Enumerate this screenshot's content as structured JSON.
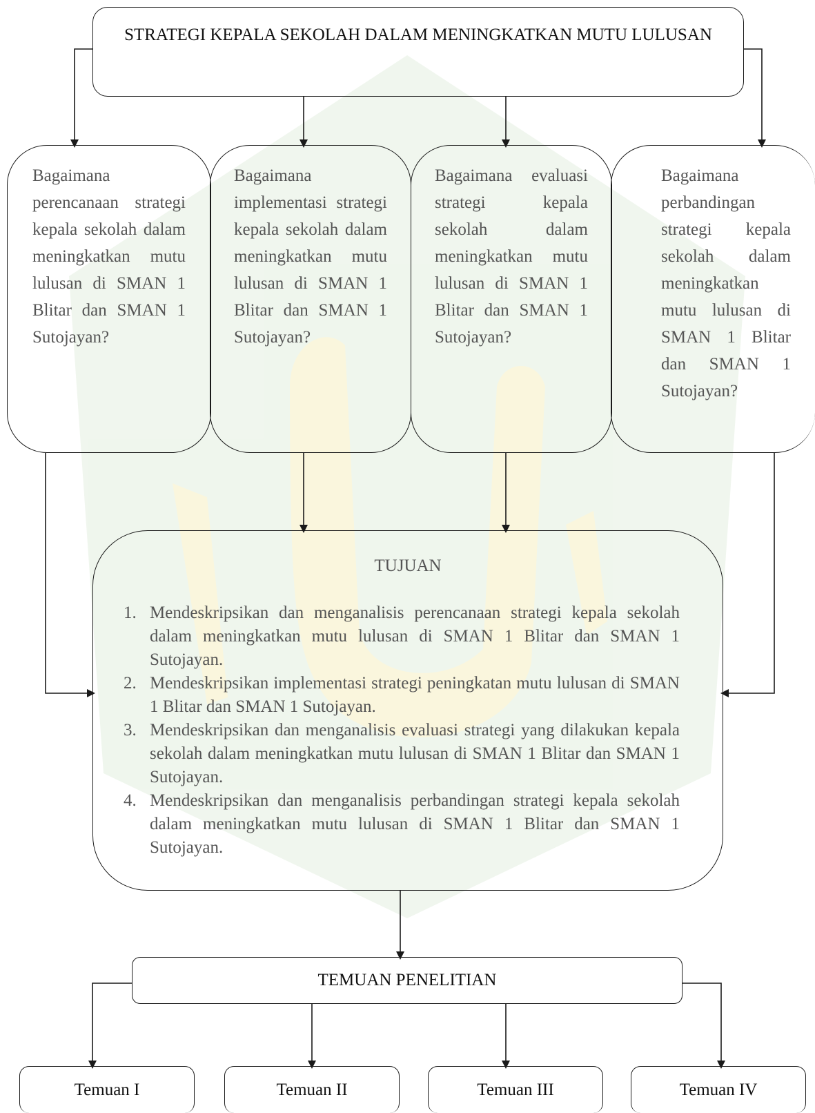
{
  "title": "STRATEGI KEPALA SEKOLAH DALAM MENINGKATKAN MUTU LULUSAN",
  "questions": [
    "Bagaimana perencanaan strategi kepala sekolah dalam meningkatkan mutu lulusan di SMAN 1 Blitar dan SMAN 1 Sutojayan?",
    "Bagaimana implementasi strategi kepala sekolah dalam meningkatkan mutu lulusan di SMAN 1 Blitar dan SMAN 1 Sutojayan?",
    "Bagaimana evaluasi strategi kepala sekolah dalam meningkatkan mutu lulusan di SMAN 1 Blitar dan SMAN 1 Sutojayan?",
    "Bagaimana perbandingan strategi kepala sekolah dalam meningkatkan mutu lulusan di SMAN 1 Blitar dan SMAN 1 Sutojayan?"
  ],
  "tujuan": {
    "title": "TUJUAN",
    "items": [
      {
        "num": "1.",
        "text": "Mendeskripsikan dan menganalisis perencanaan strategi kepala sekolah dalam meningkatkan mutu lulusan di SMAN 1 Blitar dan SMAN 1 Sutojayan."
      },
      {
        "num": "2.",
        "text": "Mendeskripsikan implementasi strategi peningkatan mutu lulusan di SMAN 1 Blitar dan SMAN 1 Sutojayan."
      },
      {
        "num": "3.",
        "text": "Mendeskripsikan dan menganalisis evaluasi strategi yang dilakukan kepala sekolah dalam meningkatkan mutu lulusan di SMAN 1 Blitar dan SMAN 1 Sutojayan."
      },
      {
        "num": "4.",
        "text": "Mendeskripsikan dan menganalisis perbandingan strategi kepala sekolah dalam meningkatkan mutu lulusan di SMAN 1 Blitar dan SMAN 1 Sutojayan."
      }
    ]
  },
  "temuan": {
    "title": "TEMUAN PENELITIAN",
    "items": [
      "Temuan I",
      "Temuan II",
      "Temuan III",
      "Temuan IV"
    ]
  },
  "colors": {
    "watermark": "#dcebd8",
    "watermark_logo": "#f2eab0",
    "stroke": "#1a1a1a",
    "text_muted": "#555555"
  }
}
